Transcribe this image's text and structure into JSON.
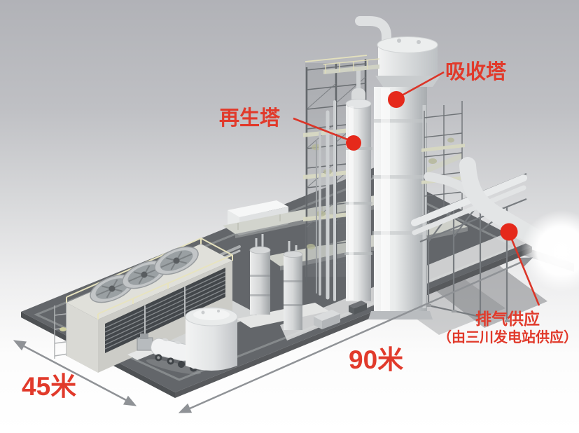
{
  "scene": {
    "equipment": [
      "cooling-tower",
      "storage-tank",
      "tanker-truck",
      "pump-unit",
      "scaffold-tower",
      "regeneration-tower",
      "absorption-tower",
      "process-vessels",
      "pipe-rack",
      "exhaust-duct",
      "ground-slab"
    ],
    "markers": [
      "regenerator-dot-icon",
      "absorber-dot-icon",
      "exhaust-dot-icon"
    ]
  },
  "annotations": {
    "absorber_label": "吸收塔",
    "regenerator_label": "再生塔",
    "exhaust_label_line1": "排气供应",
    "exhaust_label_line2": "（由三川发电站供应）",
    "dimension_length": "90米",
    "dimension_width": "45米"
  },
  "colors": {
    "annotation_red": "#e13a2b",
    "marker_red": "#e5291b",
    "dimension_arrow_gray": "#8f9296",
    "ground_slab_gray": "#63666a",
    "steel_light": "#e8eaea",
    "lattice_gray": "#6b6f73",
    "platform_tint": "#d8d9c3",
    "background_top": "#b1b2b7",
    "background_bottom": "#ffffff"
  }
}
